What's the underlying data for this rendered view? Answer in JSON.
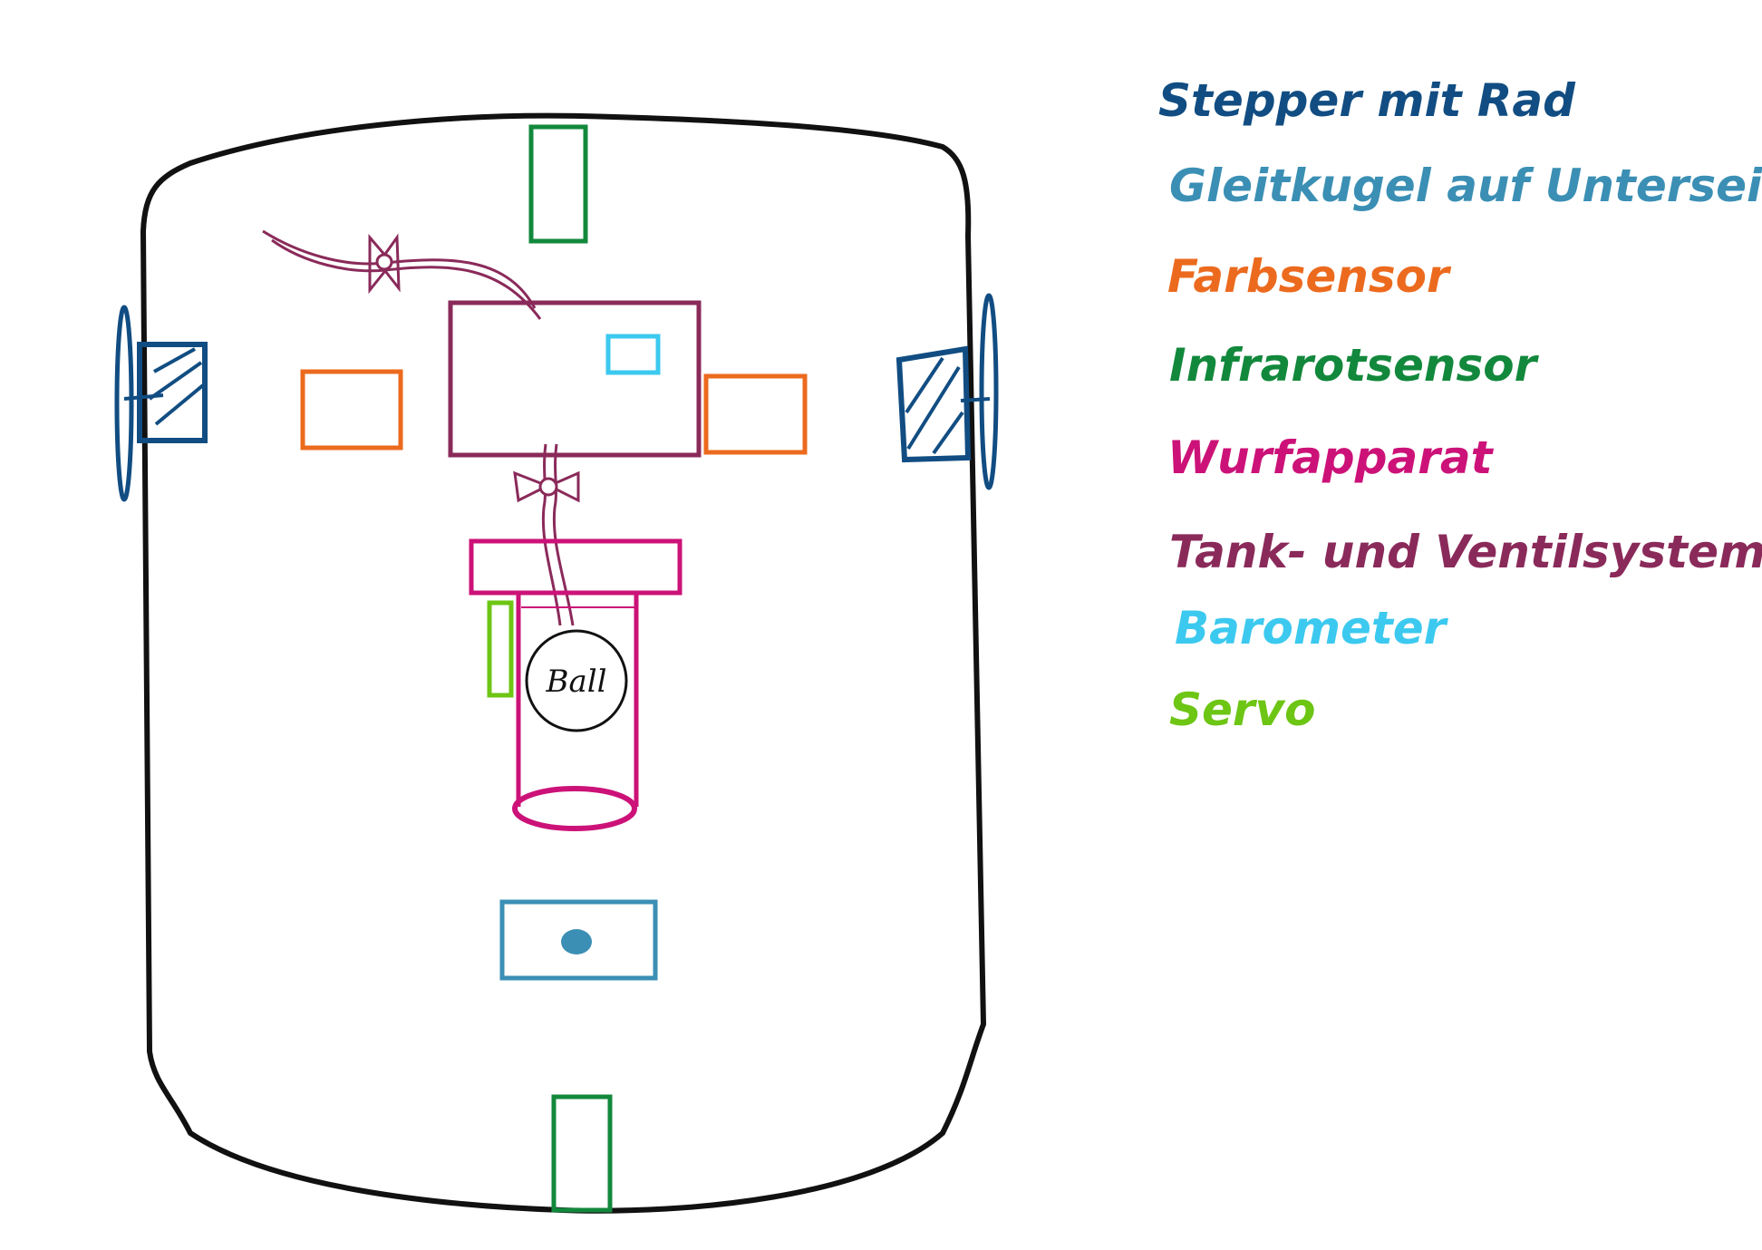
{
  "colors": {
    "outline": "#111111",
    "stepper": "#114d82",
    "glide_ball": "#3b8fb4",
    "color_sensor": "#ec6a1e",
    "infrared_sensor": "#12883c",
    "launcher": "#cc1278",
    "tank_valve": "#8a2a5a",
    "barometer": "#3cc9ef",
    "servo": "#6dc514"
  },
  "legend": [
    {
      "key": "stepper",
      "label": "Stepper mit Rad",
      "color": "#114d82"
    },
    {
      "key": "glide_ball",
      "label": "Gleitkugel auf Unterseite",
      "color": "#3b8fb4"
    },
    {
      "key": "color_sensor",
      "label": "Farbsensor",
      "color": "#ec6a1e"
    },
    {
      "key": "infrared_sensor",
      "label": "Infrarotsensor",
      "color": "#12883c"
    },
    {
      "key": "launcher",
      "label": "Wurfapparat",
      "color": "#cc1278"
    },
    {
      "key": "tank_valve",
      "label": "Tank- und Ventilsystem",
      "color": "#8a2a5a"
    },
    {
      "key": "barometer",
      "label": "Barometer",
      "color": "#3cc9ef"
    },
    {
      "key": "servo",
      "label": "Servo",
      "color": "#6dc514"
    }
  ],
  "ball_label": "Ball"
}
